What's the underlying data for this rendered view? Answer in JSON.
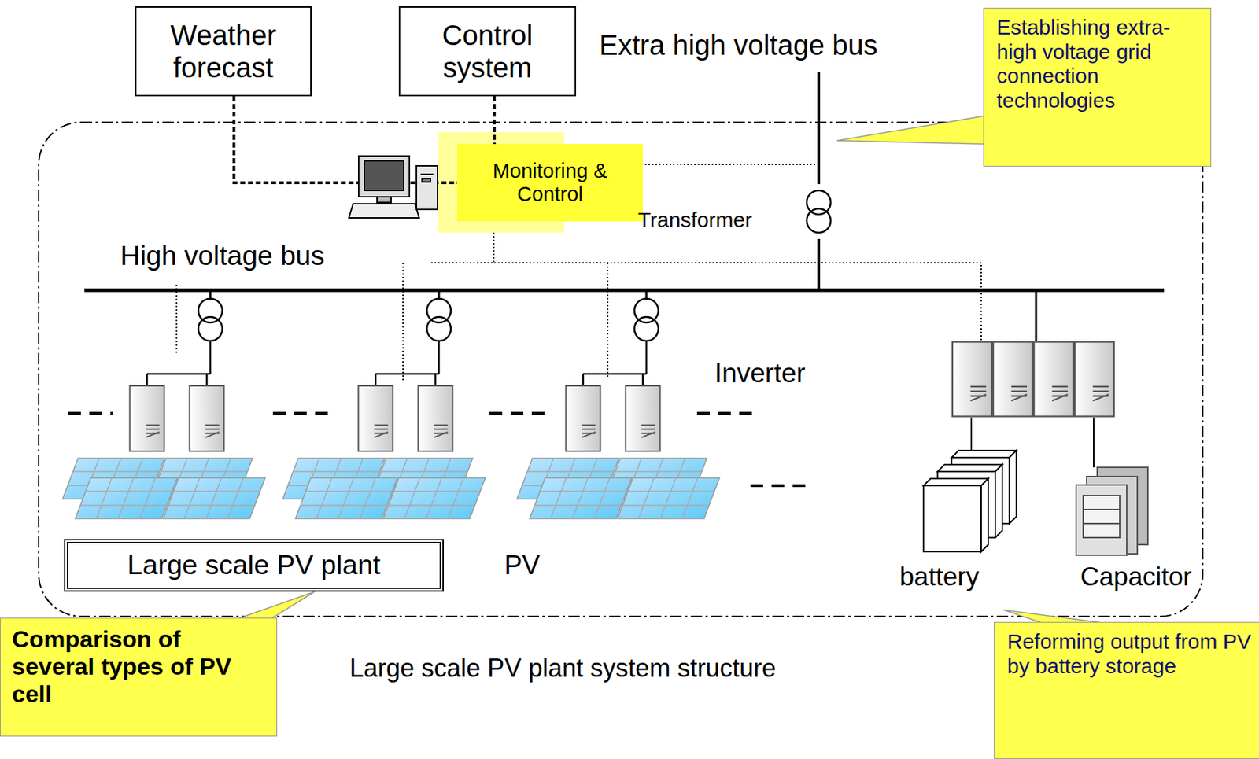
{
  "diagram": {
    "caption": "Large scale PV plant system structure",
    "nodes": [
      {
        "text": [
          "Weather forecast"
        ]
      },
      {
        "text": [
          "Control system"
        ]
      },
      {
        "text": [
          "Monitoring & Control"
        ]
      },
      {
        "text": [
          "Establishing extra-high voltage grid connection technologies"
        ]
      },
      {
        "text": [
          "Large scale PV plant"
        ]
      },
      {
        "text": [
          "Comparison of several types of PV cell"
        ]
      },
      {
        "text": [
          "Reforming output from PV by battery storage"
        ]
      }
    ],
    "edges": [
      {
        "from": 0,
        "to": 2,
        "arrow": "none"
      },
      {
        "from": 1,
        "to": 2,
        "arrow": "none"
      },
      {
        "from": 5,
        "to": 4,
        "arrow": "none"
      }
    ],
    "labels": [
      "Extra high voltage bus",
      "Transformer",
      "High voltage bus",
      "Inverter",
      "PV",
      "battery",
      "Capacitor"
    ]
  }
}
